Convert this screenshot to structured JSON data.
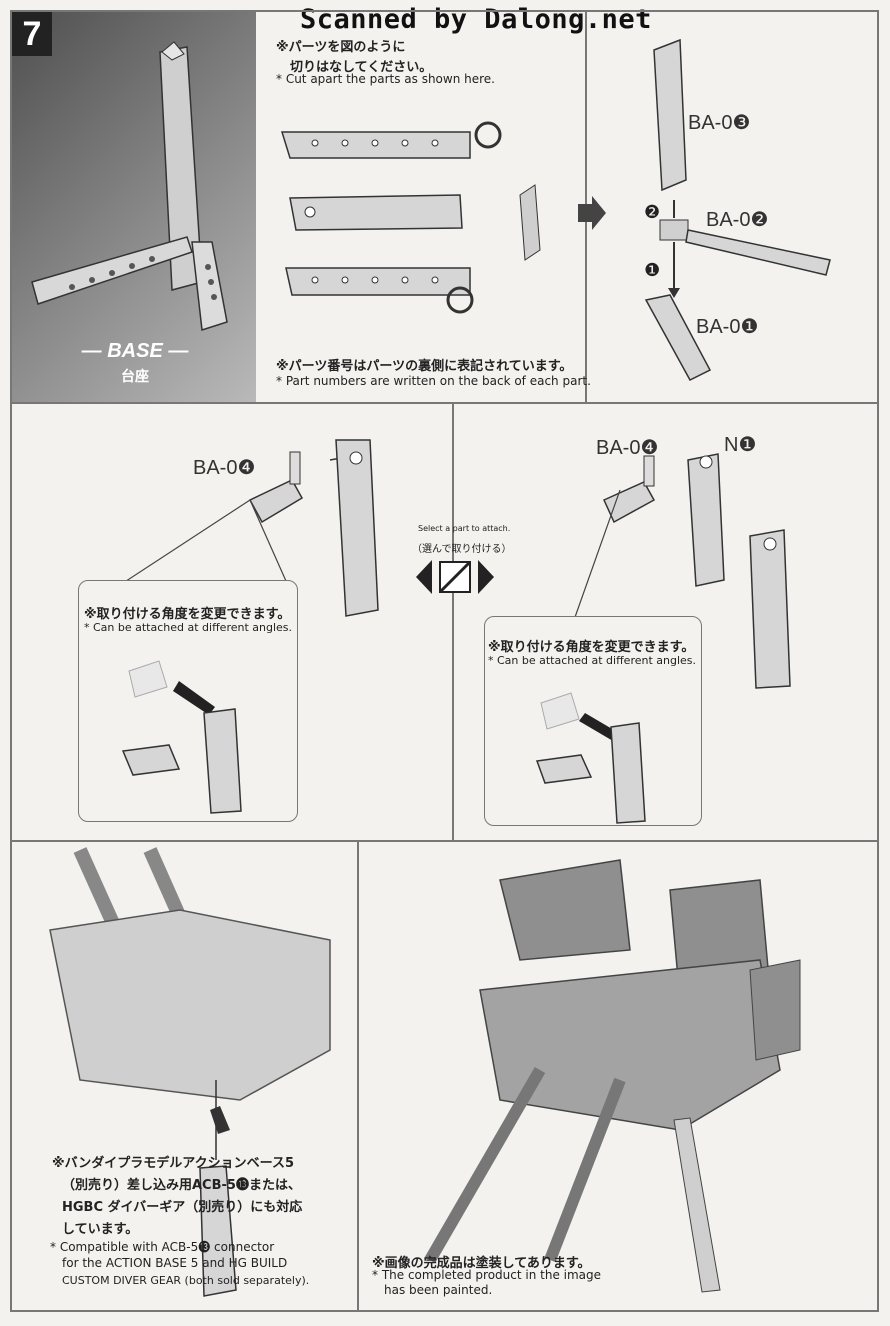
{
  "watermark": "Scanned by Dalong.net",
  "step": {
    "number": "7"
  },
  "base": {
    "label": "— BASE —",
    "label_jp": "台座"
  },
  "cut_note": {
    "jp": "※パーツを図のように",
    "jp2": "切りはなしてください。",
    "en": "* Cut apart the parts as shown here."
  },
  "part_number_note": {
    "jp": "※パーツ番号はパーツの裏側に表記されています。",
    "en": "* Part numbers are written on the back of each part."
  },
  "assembly_labels": {
    "ba03": "BA-0❸",
    "ba02": "BA-0❷",
    "ba01": "BA-0❶",
    "step1": "❶",
    "step2": "❷"
  },
  "attach_left": {
    "part": "BA-0❹",
    "note_jp": "※取り付ける角度を変更できます。",
    "note_en": "* Can be attached at different angles."
  },
  "attach_right": {
    "part": "BA-0❹",
    "part2": "N❶",
    "note_jp": "※取り付ける角度を変更できます。",
    "note_en": "* Can be attached at different angles."
  },
  "select_note": {
    "en": "Select a part to attach.",
    "jp": "（選んで取り付ける）"
  },
  "compat_note": {
    "jp1": "※バンダイプラモデルアクションベース5",
    "jp2": "（別売り）差し込み用ACB-5⓭または、",
    "jp3": "HGBC ダイバーギア（別売り）にも対応",
    "jp4": "しています。",
    "en1": "* Compatible with ACB-5⓭ connector",
    "en2": "for the ACTION BASE 5 and HG BUILD",
    "en3": "CUSTOM DIVER GEAR (both sold separately)."
  },
  "painted_note": {
    "jp": "※画像の完成品は塗装してあります。",
    "en1": "* The completed product in the image",
    "en2": "has been painted."
  }
}
